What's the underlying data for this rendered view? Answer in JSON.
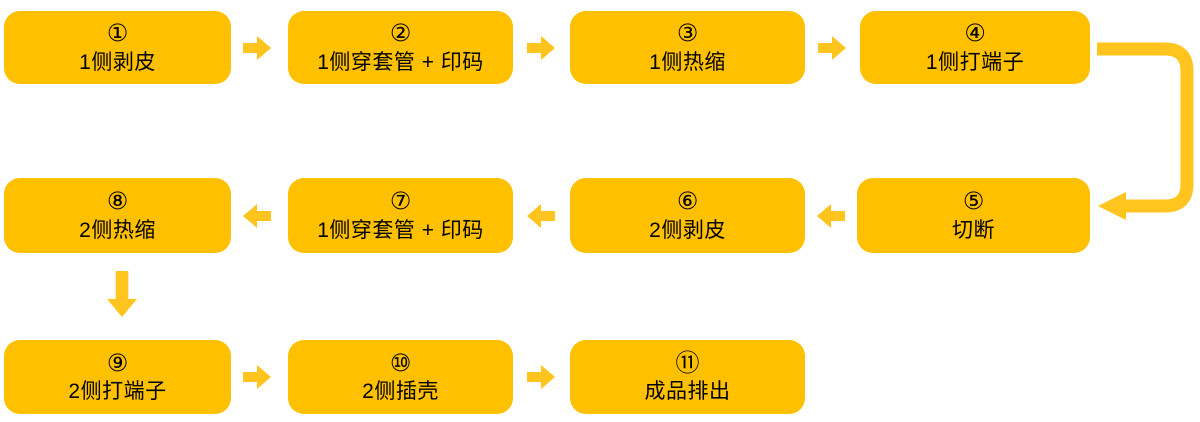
{
  "diagram": {
    "type": "process-flowchart",
    "steps": [
      {
        "number": "①",
        "label": "1侧剥皮"
      },
      {
        "number": "②",
        "label": "1侧穿套管 + 印码"
      },
      {
        "number": "③",
        "label": "1侧热缩"
      },
      {
        "number": "④",
        "label": "1侧打端子"
      },
      {
        "number": "⑤",
        "label": "切断"
      },
      {
        "number": "⑥",
        "label": "2侧剥皮"
      },
      {
        "number": "⑦",
        "label": "1侧穿套管 + 印码"
      },
      {
        "number": "⑧",
        "label": "2侧热缩"
      },
      {
        "number": "⑨",
        "label": "2侧打端子"
      },
      {
        "number": "⑩",
        "label": "2侧插壳"
      },
      {
        "number": "⑪",
        "label": "成品排出"
      }
    ],
    "flow_arrows": [
      {
        "from": 1,
        "to": 2,
        "direction": "right"
      },
      {
        "from": 2,
        "to": 3,
        "direction": "right"
      },
      {
        "from": 3,
        "to": 4,
        "direction": "right"
      },
      {
        "from": 4,
        "to": 5,
        "direction": "elbow-right-down-left"
      },
      {
        "from": 5,
        "to": 6,
        "direction": "left"
      },
      {
        "from": 6,
        "to": 7,
        "direction": "left"
      },
      {
        "from": 7,
        "to": 8,
        "direction": "left"
      },
      {
        "from": 8,
        "to": 9,
        "direction": "down"
      },
      {
        "from": 9,
        "to": 10,
        "direction": "right"
      },
      {
        "from": 10,
        "to": 11,
        "direction": "right"
      }
    ],
    "colors": {
      "box_fill": "#FFC000",
      "arrow_fill": "#FFC41E",
      "text_color": "#000000",
      "background": "#FFFFFF"
    }
  }
}
